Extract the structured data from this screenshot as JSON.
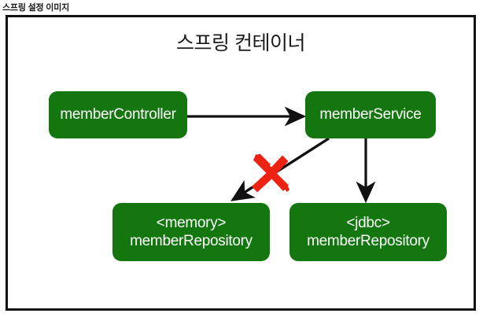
{
  "header": {
    "caption": "스프링 설정 이미지"
  },
  "diagram": {
    "title": "스프링 컨테이너",
    "colors": {
      "bean_fill": "#13760f",
      "bean_text": "#ffffff",
      "frame_border": "#111111",
      "connector": "#111111",
      "cross_mark": "#ee2212",
      "background": "#ffffff"
    },
    "beans": [
      {
        "id": "member-controller",
        "lines": [
          "memberController"
        ]
      },
      {
        "id": "member-service",
        "lines": [
          "memberService"
        ]
      },
      {
        "id": "memory-repository",
        "lines": [
          "<memory>",
          "memberRepository"
        ]
      },
      {
        "id": "jdbc-repository",
        "lines": [
          "<jdbc>",
          "memberRepository"
        ]
      }
    ],
    "connectors": [
      {
        "id": "controller-to-service",
        "from": "member-controller",
        "to": "member-service",
        "style": "solid-arrow"
      },
      {
        "id": "service-to-memory-repository",
        "from": "member-service",
        "to": "memory-repository",
        "style": "solid-arrow",
        "annotation": "cancelled"
      },
      {
        "id": "service-to-jdbc-repository",
        "from": "member-service",
        "to": "jdbc-repository",
        "style": "solid-arrow"
      }
    ],
    "annotations": [
      {
        "id": "red-cross",
        "kind": "cross-out-mark",
        "target": "service-to-memory-repository"
      }
    ]
  }
}
